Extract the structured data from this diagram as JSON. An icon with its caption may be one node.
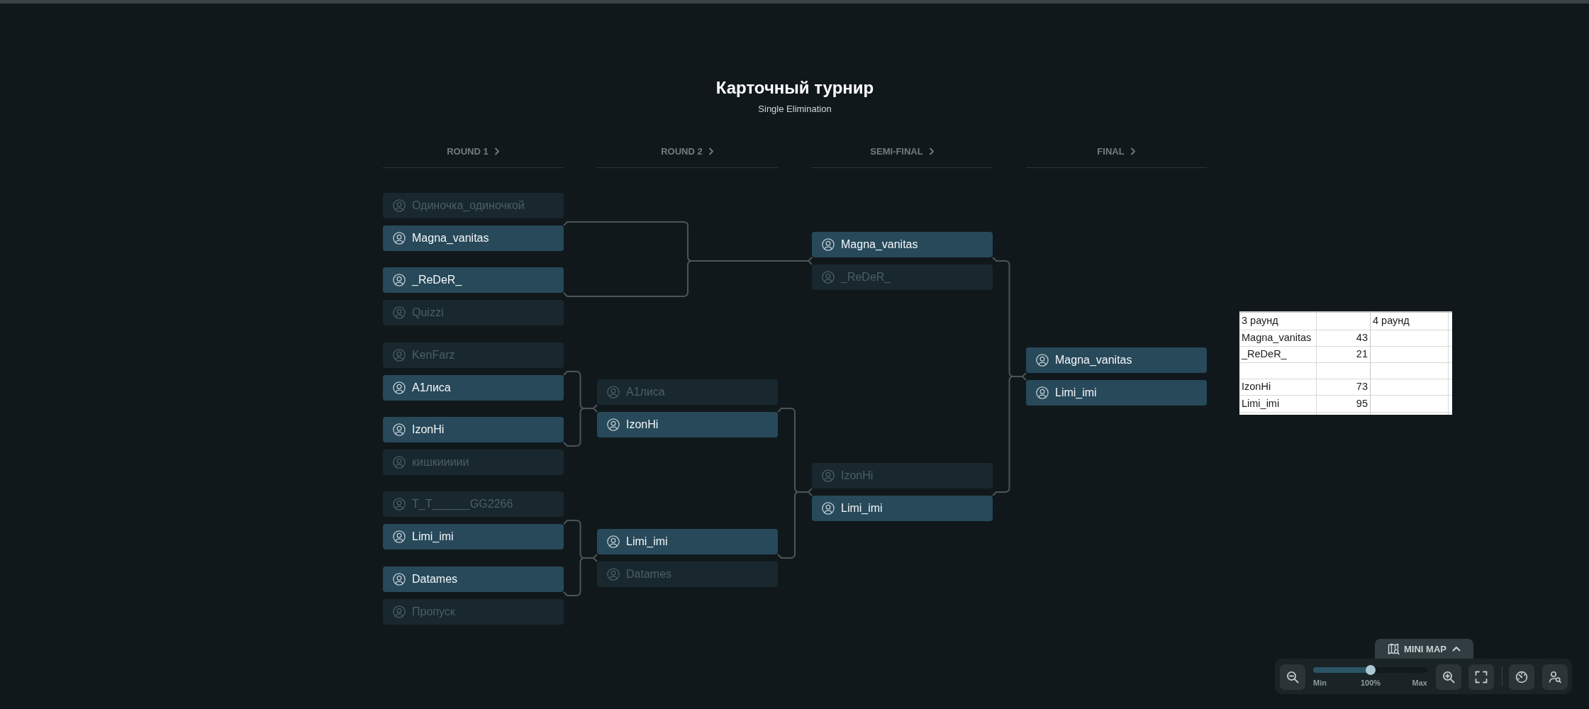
{
  "diagram": {
    "title": "Карточный турнир",
    "nodes": [
      {
        "text": [
          "Одиночка_одиночкой"
        ]
      },
      {
        "text": [
          "Magna_vanitas"
        ]
      },
      {
        "text": [
          "_ReDeR_"
        ]
      },
      {
        "text": [
          "Quizzi"
        ]
      },
      {
        "text": [
          "KenFarz"
        ]
      },
      {
        "text": [
          "A1лиса"
        ]
      },
      {
        "text": [
          "IzonHi"
        ]
      },
      {
        "text": [
          "кишкиииии"
        ]
      },
      {
        "text": [
          "T_T______GG2266"
        ]
      },
      {
        "text": [
          "Limi_imi"
        ]
      },
      {
        "text": [
          "Datames"
        ]
      },
      {
        "text": [
          "Пропуск"
        ]
      },
      {
        "text": [
          "A1лиса"
        ]
      },
      {
        "text": [
          "IzonHi"
        ]
      },
      {
        "text": [
          "Limi_imi"
        ]
      },
      {
        "text": [
          "Datames"
        ]
      },
      {
        "text": [
          "Magna_vanitas"
        ]
      },
      {
        "text": [
          "_ReDeR_"
        ]
      },
      {
        "text": [
          "IzonHi"
        ]
      },
      {
        "text": [
          "Limi_imi"
        ]
      },
      {
        "text": [
          "Magna_vanitas"
        ]
      },
      {
        "text": [
          "Limi_imi"
        ]
      }
    ],
    "edges": [
      {
        "from": 1,
        "to": 16,
        "arrow": "none"
      },
      {
        "from": 2,
        "to": 17,
        "arrow": "none"
      },
      {
        "from": 5,
        "to": 12,
        "arrow": "none"
      },
      {
        "from": 6,
        "to": 13,
        "arrow": "none"
      },
      {
        "from": 9,
        "to": 14,
        "arrow": "none"
      },
      {
        "from": 10,
        "to": 15,
        "arrow": "none"
      },
      {
        "from": 13,
        "to": 18,
        "arrow": "none"
      },
      {
        "from": 14,
        "to": 19,
        "arrow": "none"
      },
      {
        "from": 16,
        "to": 20,
        "arrow": "none"
      },
      {
        "from": 19,
        "to": 21,
        "arrow": "none"
      }
    ],
    "labels": [
      "Single Elimination",
      "ROUND 1",
      "ROUND 2",
      "SEMI-FINAL",
      "FINAL",
      "3 раунд",
      "4 раунд",
      "Magna_vanitas",
      "43",
      "_ReDeR_",
      "21",
      "IzonHi",
      "73",
      "Limi_imi",
      "95",
      "MINI MAP",
      "Min",
      "100%",
      "Max"
    ]
  }
}
